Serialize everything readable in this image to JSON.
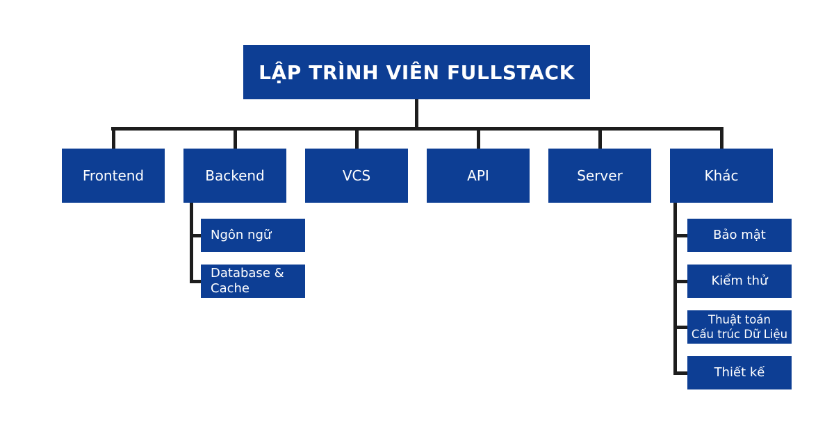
{
  "diagram": {
    "root": {
      "label": "LẬP TRÌNH VIÊN FULLSTACK"
    },
    "children": [
      {
        "label": "Frontend"
      },
      {
        "label": "Backend",
        "children": [
          {
            "label": "Ngôn ngữ"
          },
          {
            "label": "Database & Cache"
          }
        ]
      },
      {
        "label": "VCS"
      },
      {
        "label": "API"
      },
      {
        "label": "Server"
      },
      {
        "label": "Khác",
        "children": [
          {
            "label": "Bảo mật"
          },
          {
            "label": "Kiểm thử"
          },
          {
            "label": "Thuật toán Cấu trúc Dữ Liệu",
            "label_lines": [
              "Thuật toán",
              "Cấu trúc Dữ Liệu"
            ]
          },
          {
            "label": "Thiết kế"
          }
        ]
      }
    ]
  },
  "colors": {
    "box_fill": "#0d3e94",
    "box_text": "#ffffff",
    "connector": "#1d1d1d",
    "background": "#ffffff"
  }
}
